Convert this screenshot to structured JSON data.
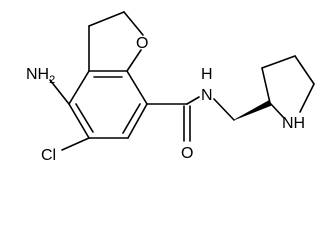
{
  "molecule": {
    "atoms": {
      "amine": "NH",
      "amine_subscript": "2",
      "furan_oxygen": "O",
      "chlorine": "Cl",
      "amide_oxygen": "O",
      "amide_nitrogen": "N",
      "amide_hydrogen": "H",
      "pyrrolidine_nh": "NH"
    },
    "stereo": "wedge bond at pyrrolidine C2"
  },
  "colors": {
    "bond": "#000000",
    "label": "#000000",
    "background": "#ffffff"
  }
}
